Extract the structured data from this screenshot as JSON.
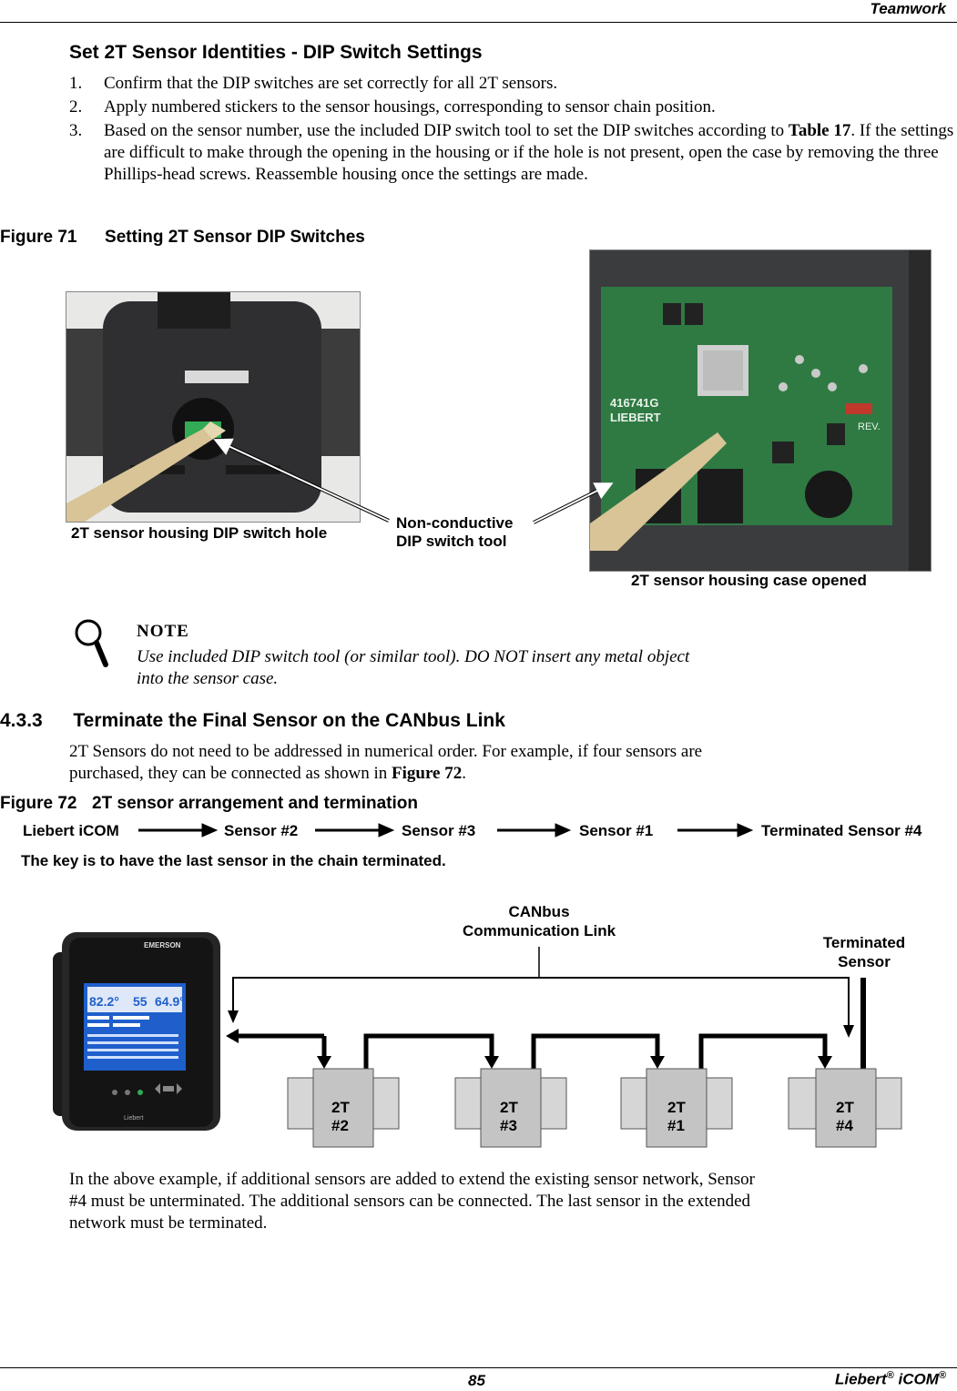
{
  "header": {
    "section": "Teamwork"
  },
  "section": {
    "title": "Set 2T Sensor Identities - DIP Switch Settings",
    "steps": [
      {
        "num": "1.",
        "text": "Confirm that the DIP switches are set correctly for all 2T sensors."
      },
      {
        "num": "2.",
        "text": "Apply numbered stickers to the sensor housings, corresponding to sensor chain position."
      },
      {
        "num": "3.",
        "text_before": "Based on the sensor number, use the included DIP switch tool to set the DIP switches according to ",
        "ref": "Table 17",
        "text_after": ". If the settings are difficult to make through the opening in the housing or if the hole is not present, open the case by removing the three Phillips-head screws. Reassemble housing once the settings are made."
      }
    ]
  },
  "figure71": {
    "label": "Figure 71",
    "title": "Setting 2T Sensor DIP Switches",
    "left_photo_label": "2T sensor housing DIP switch hole",
    "tool_label_line1": "Non-conductive",
    "tool_label_line2": "DIP switch tool",
    "right_photo_label": "2T sensor housing case opened",
    "board_text": "416741G",
    "board_brand": "LIEBERT",
    "board_rev": "REV."
  },
  "note": {
    "title": "NOTE",
    "line1": "Use included DIP switch tool (or similar tool). DO NOT insert any metal object",
    "line2": "into the sensor case."
  },
  "section433": {
    "number": "4.3.3",
    "title": "Terminate the Final Sensor on the CANbus Link",
    "para_line1": "2T Sensors do not need to be addressed in numerical order. For example, if four sensors are",
    "para_line2_before": "purchased, they can be connected as shown in ",
    "para_ref": "Figure 72",
    "para_line2_after": "."
  },
  "figure72": {
    "label": "Figure 72",
    "title": "2T sensor arrangement and termination",
    "chain": [
      "Liebert iCOM",
      "Sensor #2",
      "Sensor #3",
      "Sensor #1",
      "Terminated Sensor #4"
    ],
    "key_text": "The key is to have the last sensor in the chain terminated.",
    "canbus_line1": "CANbus",
    "canbus_line2": "Communication Link",
    "terminated_line1": "Terminated",
    "terminated_line2": "Sensor",
    "sensors": [
      {
        "line1": "2T",
        "line2": "#2"
      },
      {
        "line1": "2T",
        "line2": "#3"
      },
      {
        "line1": "2T",
        "line2": "#1"
      },
      {
        "line1": "2T",
        "line2": "#4"
      }
    ],
    "display": {
      "brand": "EMERSON",
      "val1": "82.2°",
      "val2": "55",
      "val3": "64.9°",
      "footer": "Liebert"
    }
  },
  "closing_para": {
    "line1": "In the above example, if additional sensors are added to extend the existing sensor network, Sensor",
    "line2": "#4 must be unterminated. The additional sensors can be connected. The last sensor in the extended",
    "line3": "network must be terminated."
  },
  "footer": {
    "page": "85",
    "brand": "Liebert",
    "reg": "®",
    "product": " iCOM",
    "reg2": "®"
  }
}
